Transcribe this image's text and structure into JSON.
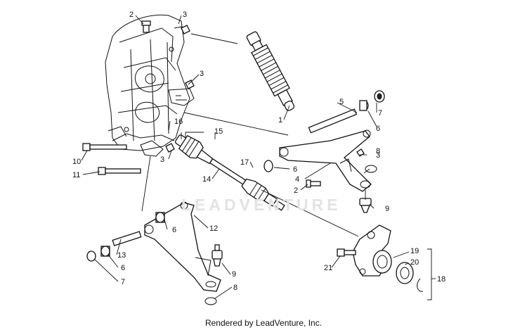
{
  "callouts": [
    {
      "id": "c-2a",
      "label": "2"
    },
    {
      "id": "c-3a",
      "label": "3"
    },
    {
      "id": "c-3b",
      "label": "3"
    },
    {
      "id": "c-1",
      "label": "1"
    },
    {
      "id": "c-5",
      "label": "5"
    },
    {
      "id": "c-7a",
      "label": "7"
    },
    {
      "id": "c-6a",
      "label": "6"
    },
    {
      "id": "c-16",
      "label": "16"
    },
    {
      "id": "c-15",
      "label": "15"
    },
    {
      "id": "c-10",
      "label": "10"
    },
    {
      "id": "c-11",
      "label": "11"
    },
    {
      "id": "c-3c",
      "label": "3"
    },
    {
      "id": "c-14",
      "label": "14"
    },
    {
      "id": "c-17",
      "label": "17"
    },
    {
      "id": "c-3d",
      "label": "3"
    },
    {
      "id": "c-8a",
      "label": "8"
    },
    {
      "id": "c-6b",
      "label": "6"
    },
    {
      "id": "c-4",
      "label": "4"
    },
    {
      "id": "c-2b",
      "label": "2"
    },
    {
      "id": "c-9a",
      "label": "9"
    },
    {
      "id": "c-12",
      "label": "12"
    },
    {
      "id": "c-6c",
      "label": "6"
    },
    {
      "id": "c-13",
      "label": "13"
    },
    {
      "id": "c-6d",
      "label": "6"
    },
    {
      "id": "c-7b",
      "label": "7"
    },
    {
      "id": "c-9b",
      "label": "9"
    },
    {
      "id": "c-8b",
      "label": "8"
    },
    {
      "id": "c-21",
      "label": "21"
    },
    {
      "id": "c-19",
      "label": "19"
    },
    {
      "id": "c-20",
      "label": "20"
    },
    {
      "id": "c-18",
      "label": "18"
    }
  ],
  "watermark": "LEADVENTURE",
  "footer": "Rendered by LeadVenture, Inc."
}
